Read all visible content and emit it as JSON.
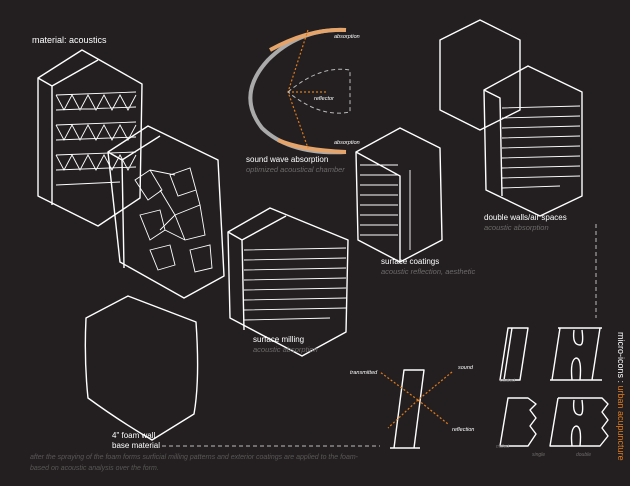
{
  "title": "material: acoustics",
  "items": {
    "chamber": {
      "label": "sound wave absorption",
      "sub": "optimized acoustical chamber",
      "absorption_top": "absorption",
      "absorption_bottom": "absorption",
      "reflector": "reflector"
    },
    "double_walls": {
      "label": "double walls/air spaces",
      "sub": "acoustic absorption"
    },
    "coatings": {
      "label": "surface coatings",
      "sub": "acoustic reflection, aesthetic"
    },
    "milling": {
      "label": "surface milling",
      "sub": "acoustic absorption"
    },
    "foam": {
      "label_1": "4\" foam wall",
      "label_2": "base material"
    }
  },
  "caption": {
    "line_1": "after the spraying of the foam forms surficial milling patterns and exterior coatings are applied to the foam-",
    "line_2": "based on acoustic analysis over the form."
  },
  "sound_diagram": {
    "sound": "sound",
    "transmitted": "transmitted",
    "reflection": "reflection"
  },
  "micro_icons": {
    "heading": "micro-icons : ",
    "heading_accent": "urban acupuncture",
    "row_coated": "coated",
    "row_milled": "milled",
    "col_single": "single",
    "col_double": "double"
  },
  "colors": {
    "background": "#231f20",
    "accent": "#e07b1a",
    "muted": "#6d6a6a"
  }
}
